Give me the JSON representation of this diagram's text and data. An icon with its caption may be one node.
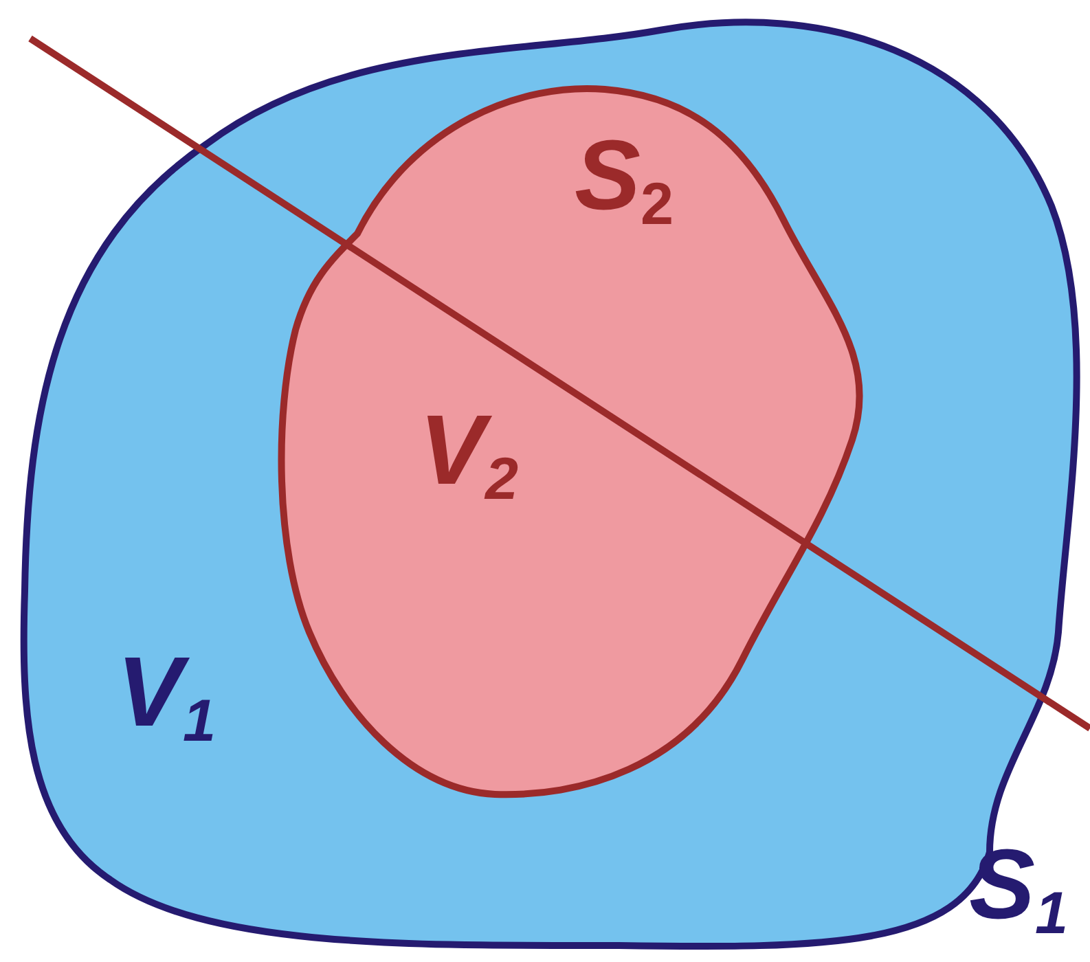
{
  "diagram": {
    "nodes": [
      {
        "text": [
          "V$_{1}$"
        ],
        "beside": [
          "S$_{1}$"
        ]
      },
      {
        "text": [
          "S$_{2}$",
          "V$_{2}$"
        ],
        "in": 0
      }
    ]
  }
}
